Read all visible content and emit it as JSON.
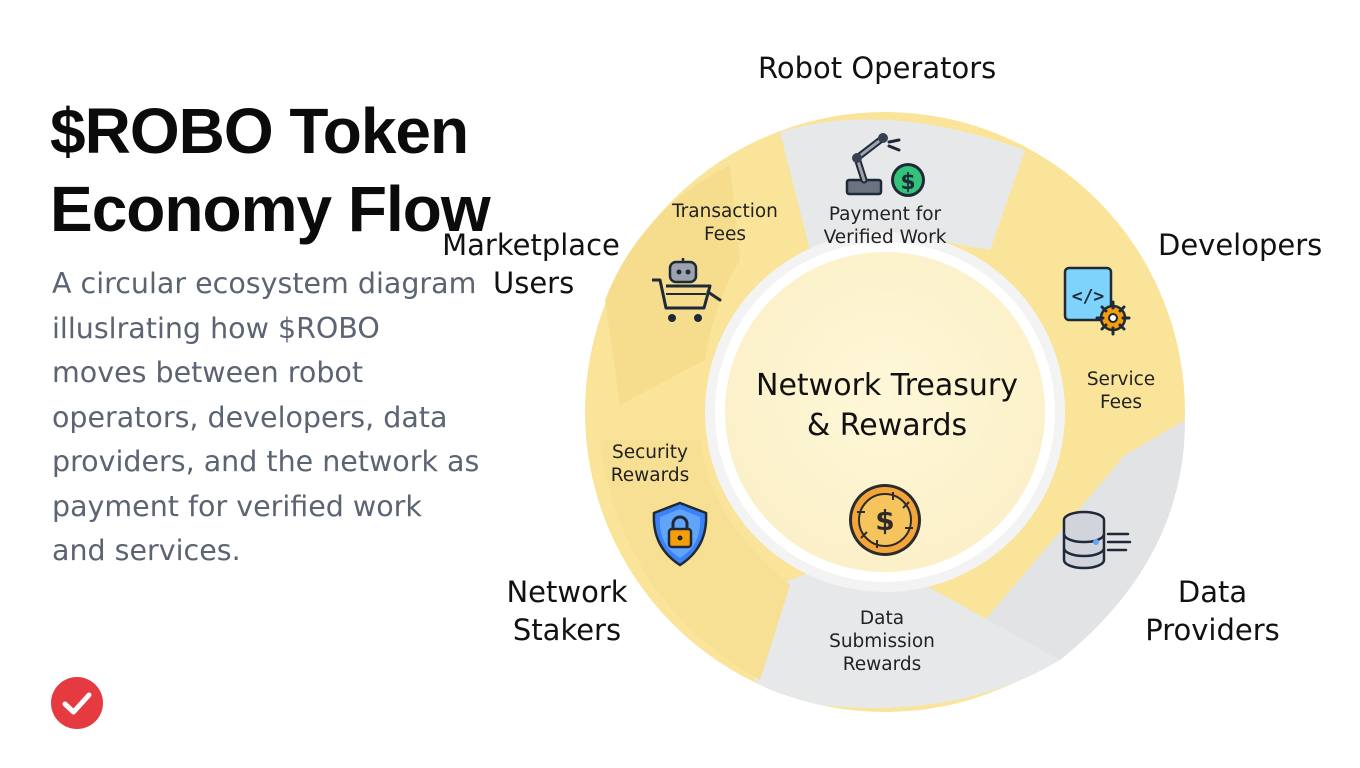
{
  "title": {
    "line1": "$ROBO Token",
    "line2": "Economy Flow"
  },
  "description": {
    "lines": [
      "A circular ecosystem diagram",
      "illuslrating how $ROBO",
      "moves between robot",
      "operators, developers, data",
      "providers, and the network as",
      "payment for verified work",
      "and services."
    ]
  },
  "diagram": {
    "center": {
      "line1": "Network Treasury",
      "line2": "& Rewards",
      "icon": "coin-dollar-icon"
    },
    "stakeholders": {
      "robot_operators": {
        "line1": "Robot Operators",
        "icon": "robot-arm-dollar-icon"
      },
      "developers": {
        "line1": "Developers",
        "icon": "code-gear-icon"
      },
      "data_providers": {
        "line1": "Data",
        "line2": "Providers",
        "icon": "database-icon"
      },
      "network_stakers": {
        "line1": "Network",
        "line2": "Stakers",
        "icon": "shield-lock-icon"
      },
      "marketplace_users": {
        "line1": "Marketplace",
        "line2": "Users",
        "icon": "robot-shopping-cart-icon"
      }
    },
    "flows": {
      "payment": {
        "line1": "Payment for",
        "line2": "Verified Work"
      },
      "transaction_fees": {
        "line1": "Transaction",
        "line2": "Fees"
      },
      "service_fees": {
        "line1": "Service",
        "line2": "Fees"
      },
      "data_rewards": {
        "line1": "Data",
        "line2": "Submission",
        "line3": "Rewards"
      },
      "security_rewards": {
        "line1": "Security",
        "line2": "Rewards"
      }
    },
    "colors": {
      "yellow_segment": "#f9e49a",
      "gray_segment": "#e6e7e9",
      "center_fill": "#fdf6dc",
      "inner_ring": "#ffffff",
      "check_badge": "#e53a3f"
    }
  }
}
